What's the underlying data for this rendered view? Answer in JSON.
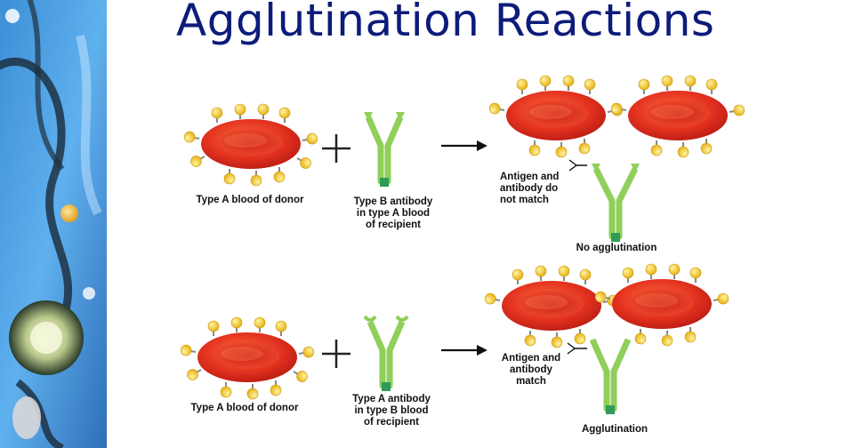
{
  "title": "Agglutination Reactions",
  "row1": {
    "donor_label": "Type A blood of donor",
    "antibody_label": "Type B antibody\nin type A blood\nof recipient",
    "match_label": "Antigen and\nantibody do\nnot match",
    "result_label": "No agglutination"
  },
  "row2": {
    "donor_label": "Type A blood of donor",
    "antibody_label": "Type A antibody\nin type B blood\nof recipient",
    "match_label": "Antigen and\nantibody\nmatch",
    "result_label": "Agglutination"
  },
  "colors": {
    "title": "#0d1b7a",
    "cell": "#d9261c",
    "antigen": "#f2c417",
    "antibody": "#8fcf5a",
    "antibody_stem": "#2e9b58"
  }
}
